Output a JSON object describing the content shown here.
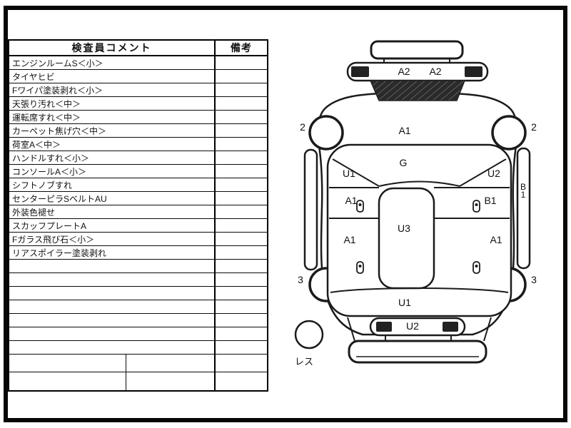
{
  "table": {
    "header": {
      "comments": "検査員コメント",
      "remarks": "備考"
    },
    "rows": [
      "エンジンルームS＜小＞",
      "タイヤヒビ",
      "Fワイパ塗装剥れ＜小＞",
      "天張り汚れ＜中＞",
      "運転席すれ＜中＞",
      "カーペット焦げ穴＜中＞",
      "荷室A＜中＞",
      "ハンドルすれ＜小＞",
      "コンソールA＜小＞",
      "シフトノブすれ",
      "センターピラSベルトAU",
      "外装色褪せ",
      "スカッフプレートA",
      "Fガラス飛び石＜小＞",
      "リアスポイラー塗装剥れ",
      "",
      "",
      "",
      "",
      "",
      "",
      ""
    ]
  },
  "diagram": {
    "labels": {
      "a2_left": "A2",
      "a2_right": "A2",
      "a1_rear": "A1",
      "wheel_rear_left": "2",
      "wheel_rear_right": "2",
      "wheel_front_left": "3",
      "wheel_front_right": "3",
      "g_center": "G",
      "u1_left": "U1",
      "u2_right": "U2",
      "a1_mid_left": "A1",
      "b1_mid_right": "B1",
      "b1_strip": "B1",
      "u3_center": "U3",
      "a1_low_left": "A1",
      "a1_low_right": "A1",
      "u1_bottom": "U1",
      "u2_front": "U2",
      "spare_less": "レス"
    },
    "colors": {
      "line": "#1b1b1b",
      "dark_fill": "#2a2a2a"
    }
  }
}
